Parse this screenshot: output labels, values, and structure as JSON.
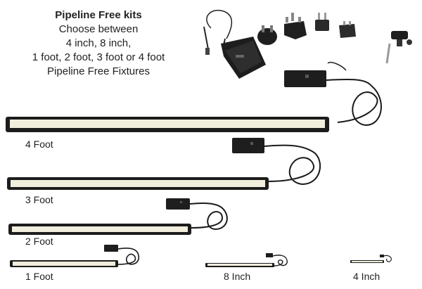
{
  "heading": "Pipeline Free kits",
  "description_lines": [
    "Choose between",
    "4 inch, 8 inch,",
    "1 foot, 2 foot, 3 foot or 4 foot",
    "Pipeline Free Fixtures"
  ],
  "fixture_labels": {
    "four_foot": "4 Foot",
    "three_foot": "3 Foot",
    "two_foot": "2 Foot",
    "one_foot": "1 Foot",
    "eight_inch": "8 Inch",
    "four_inch": "4 Inch"
  }
}
